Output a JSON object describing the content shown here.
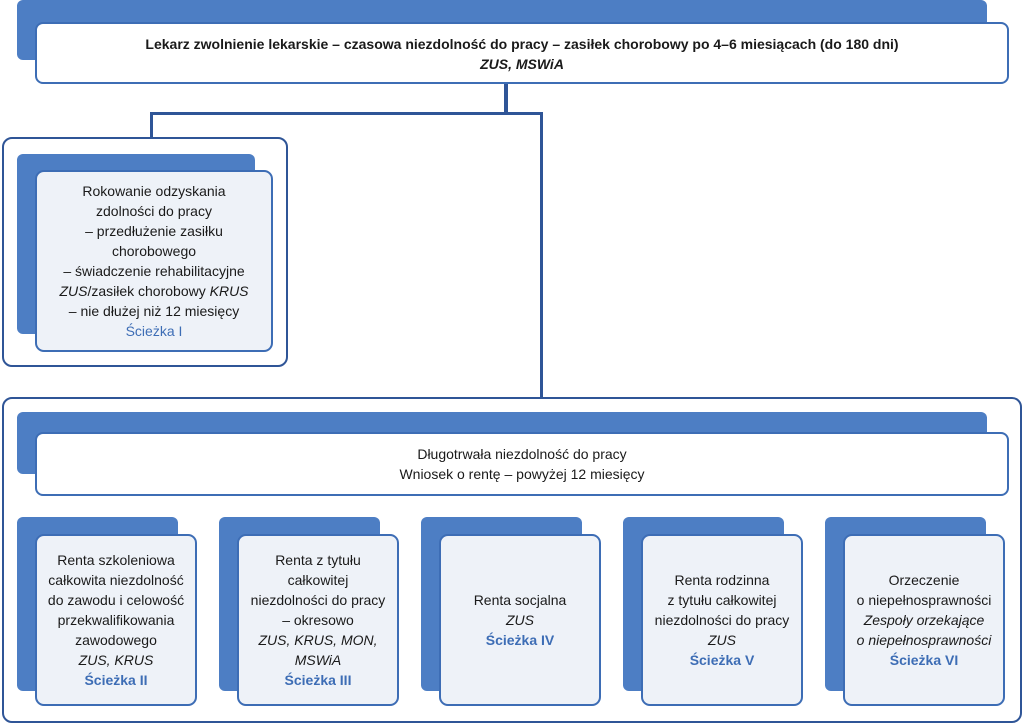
{
  "top": {
    "title": "Lekarz zwolnienie lekarskie – czasowa niezdolność do pracy – zasiłek chorobowy po 4–6 miesiącach (do 180 dni)",
    "institutions": "ZUS, MSWiA"
  },
  "path1": {
    "line1": "Rokowanie odzyskania",
    "line2": "zdolności do pracy",
    "line3": "– przedłużenie zasiłku",
    "line4": "chorobowego",
    "line5": "– świadczenie rehabilitacyjne",
    "line6_a": "ZUS",
    "line6_b": "/zasiłek chorobowy ",
    "line6_c": "KRUS",
    "line7": "– nie dłużej niż 12 miesięcy",
    "path": "Ścieżka I"
  },
  "longterm": {
    "line1": "Długotrwała niezdolność do pracy",
    "line2": "Wniosek o rentę – powyżej 12 miesięcy"
  },
  "paths": [
    {
      "lines": [
        "Renta szkoleniowa",
        "całkowita niezdolność",
        "do zawodu i celowość",
        "przekwalifikowania",
        "zawodowego"
      ],
      "institutions": [
        "ZUS, KRUS"
      ],
      "path": "Ścieżka II"
    },
    {
      "lines": [
        "Renta z tytułu",
        "całkowitej",
        "niezdolności do pracy",
        "–  okresowo"
      ],
      "institutions": [
        "ZUS, KRUS, MON,",
        "MSWiA"
      ],
      "path": "Ścieżka III"
    },
    {
      "lines": [
        "Renta socjalna"
      ],
      "institutions": [
        "ZUS"
      ],
      "path": "Ścieżka IV"
    },
    {
      "lines": [
        "Renta rodzinna",
        "z tytułu całkowitej",
        "niezdolności do pracy"
      ],
      "institutions": [
        "ZUS"
      ],
      "path": "Ścieżka V"
    },
    {
      "lines": [
        "Orzeczenie",
        "o niepełnosprawności"
      ],
      "institutions": [
        "Zespoły orzekające",
        "o niepełnosprawności"
      ],
      "path": "Ścieżka VI"
    }
  ]
}
